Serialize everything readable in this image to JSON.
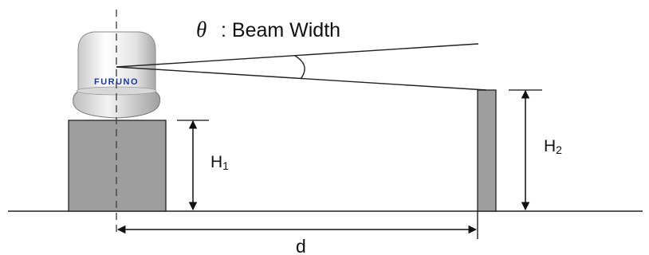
{
  "labels": {
    "theta_symbol": "θ",
    "beam_width": ": Beam Width",
    "h1_letter": "H",
    "h1_sub": "1",
    "h2_letter": "H",
    "h2_sub": "2",
    "distance": "d",
    "brand": "FURUNO"
  },
  "colors": {
    "block_fill": "#9e9e9e",
    "outline": "#1a1a1a",
    "radome_light": "#ffffff",
    "radome_dark": "#b8b8b8",
    "brand_blue": "#1a3a9c"
  }
}
